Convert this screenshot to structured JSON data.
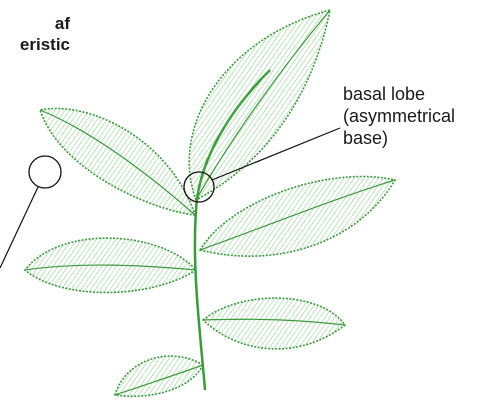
{
  "labels": {
    "left": {
      "line1": "af",
      "line2": "eristic"
    },
    "right": {
      "line1": "basal lobe",
      "line2": "(asymmetrical",
      "line3": "base)"
    }
  },
  "colors": {
    "leaf": "#4aa84a",
    "vein": "#3b9a3b",
    "line": "#111111"
  }
}
